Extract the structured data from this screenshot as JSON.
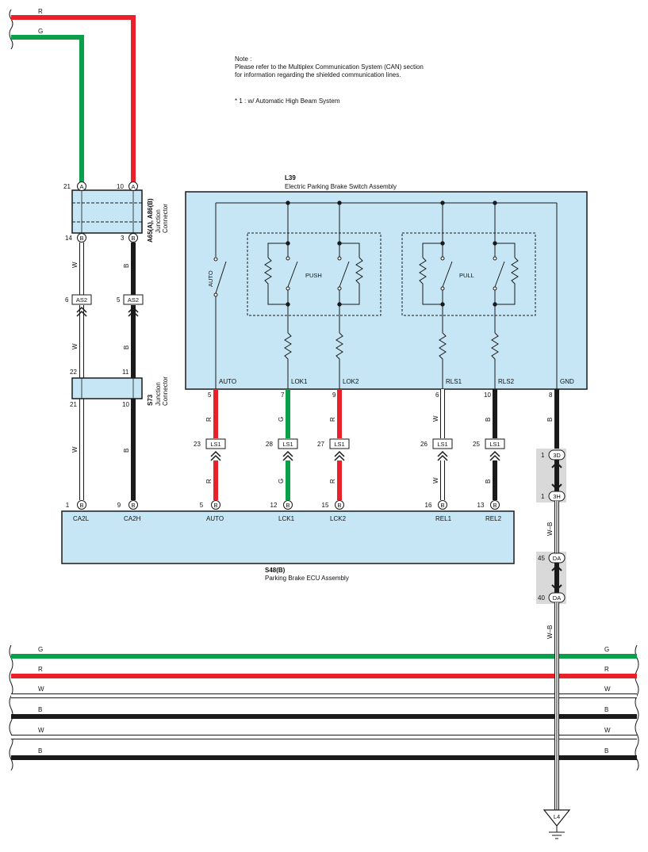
{
  "colors": {
    "red": "#e8212b",
    "green": "#0aa04a",
    "black": "#1a1a1a",
    "white_wire": "#ffffff",
    "box_fill": "#c7e6f5",
    "outline": "#1a1a1a",
    "connector_shade": "#d9d9d9"
  },
  "note": {
    "heading": "Note :",
    "line1": "Please refer to the Multiplex Communication System (CAN) section",
    "line2": "for information regarding the shielded communication lines.",
    "footnote": "* 1 : w/ Automatic High Beam System"
  },
  "top_wires": {
    "r_label": "R",
    "g_label": "G"
  },
  "junction_a65": {
    "code": "A65(A), A86(B)",
    "name1": "Junction",
    "name2": "Connector",
    "pin_in_g": "21",
    "conn_in_g": "A",
    "pin_in_r": "10",
    "conn_in_r": "A",
    "pin_out_w": "14",
    "conn_out_w": "B",
    "pin_out_b": "3",
    "conn_out_b": "B"
  },
  "as2": {
    "label": "AS2",
    "pin_w": "6",
    "pin_b": "5",
    "wire_w": "W",
    "wire_b": "B"
  },
  "junction_s73": {
    "code": "S73",
    "name1": "Junction",
    "name2": "Connector",
    "pin_top_w": "22",
    "pin_top_b": "11",
    "pin_bot_w": "21",
    "pin_bot_b": "10"
  },
  "switch_l39": {
    "code": "L39",
    "name": "Electric Parking Brake Switch Assembly",
    "auto_switch": "AUTO",
    "push": "PUSH",
    "pull": "PULL",
    "terminals": [
      "AUTO",
      "LOK1",
      "LOK2",
      "RLS1",
      "RLS2",
      "GND"
    ],
    "pins": [
      "5",
      "7",
      "9",
      "6",
      "10",
      "8"
    ]
  },
  "ls1": {
    "label": "LS1",
    "pins": [
      "23",
      "28",
      "27",
      "26",
      "25"
    ],
    "wire_colors": [
      "R",
      "G",
      "R",
      "W",
      "B"
    ]
  },
  "ground_path": {
    "wire_top": "B",
    "pin_3d": "1",
    "conn_3d": "3D",
    "pin_3h": "1",
    "conn_3h": "3H",
    "wire_mid": "W–B",
    "pin_da_top": "45",
    "pin_da_bot": "40",
    "conn_da": "DA",
    "wire_bot": "W–B",
    "ground_label": "L4"
  },
  "ecu_s48": {
    "code": "S48(B)",
    "name": "Parking Brake ECU Assembly",
    "conn": "B",
    "pins": [
      "1",
      "9",
      "5",
      "12",
      "15",
      "16",
      "13"
    ],
    "terminals": [
      "CA2L",
      "CA2H",
      "AUTO",
      "LCK1",
      "LCK2",
      "REL1",
      "REL2"
    ]
  },
  "bus_lines": {
    "labels": [
      "G",
      "R",
      "W",
      "B",
      "W",
      "B"
    ]
  }
}
